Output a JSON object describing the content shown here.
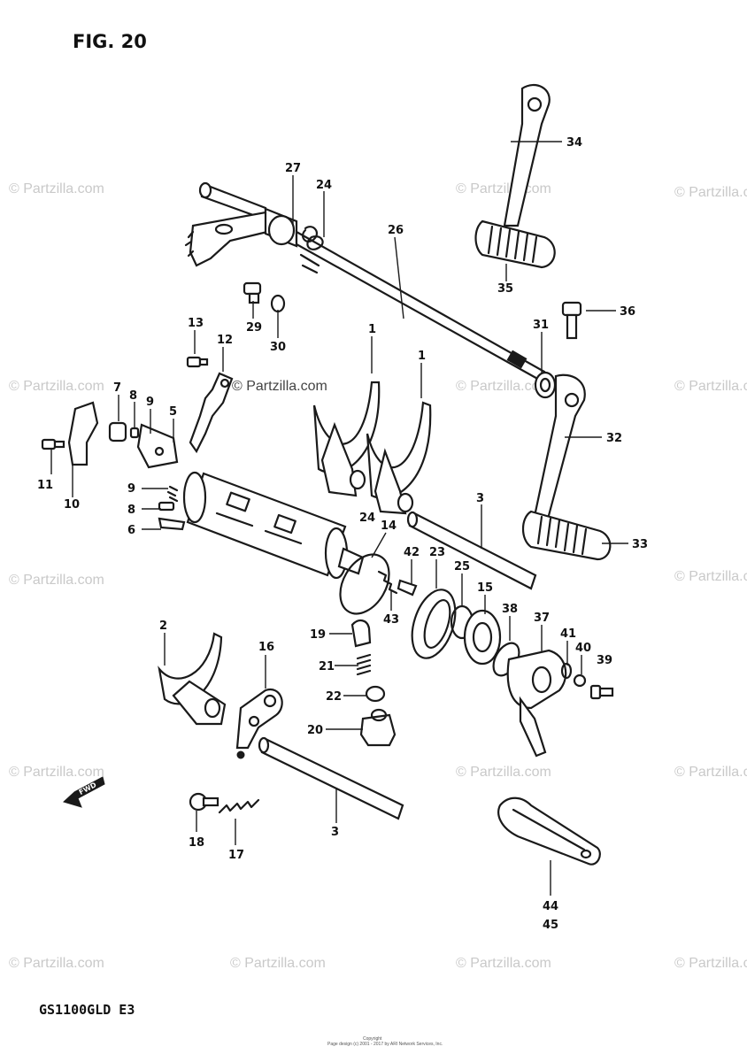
{
  "figure_title": "FIG. 20",
  "model_code": "GS1100GLD E3",
  "watermark": "© Partzilla.com",
  "copyright_line1": "Copyright",
  "copyright_line2": "Page design (c) 2001 - 2017 by ARI Network Services, Inc.",
  "fwd_label": "FWD",
  "callouts": {
    "c1a": "1",
    "c1b": "1",
    "c2": "2",
    "c3a": "3",
    "c3b": "3",
    "c5": "5",
    "c6": "6",
    "c7": "7",
    "c8a": "8",
    "c8b": "8",
    "c9a": "9",
    "c9b": "9",
    "c10": "10",
    "c11": "11",
    "c12": "12",
    "c13": "13",
    "c14": "14",
    "c15": "15",
    "c16": "16",
    "c17": "17",
    "c18": "18",
    "c19": "19",
    "c20": "20",
    "c21": "21",
    "c22": "22",
    "c23": "23",
    "c24a": "24",
    "c24b": "24",
    "c25": "25",
    "c26": "26",
    "c27": "27",
    "c29": "29",
    "c30": "30",
    "c31": "31",
    "c32": "32",
    "c33": "33",
    "c34": "34",
    "c35": "35",
    "c36": "36",
    "c37": "37",
    "c38": "38",
    "c39": "39",
    "c40": "40",
    "c41": "41",
    "c42": "42",
    "c43": "43",
    "c44": "44",
    "c45": "45"
  }
}
